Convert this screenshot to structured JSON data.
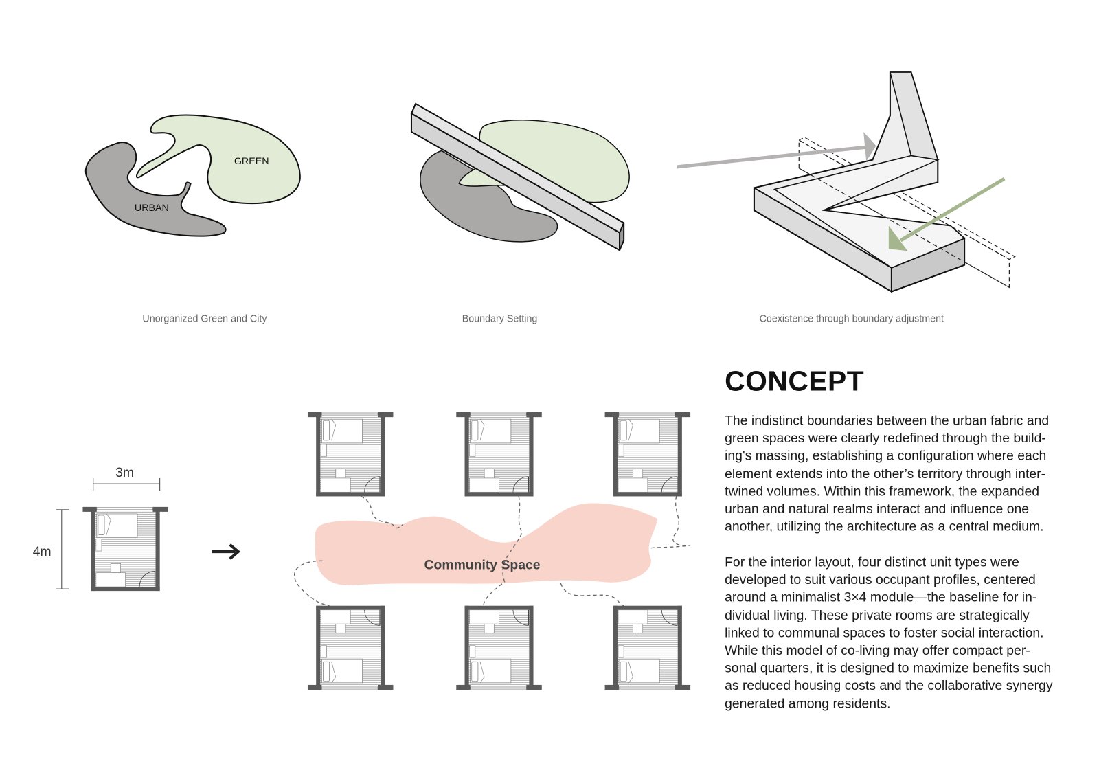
{
  "top_diagrams": {
    "green_label": "GREEN",
    "urban_label": "URBAN",
    "captions": [
      "Unorganized Green and City",
      "Boundary Setting",
      "Coexistence through boundary adjustment"
    ]
  },
  "module": {
    "width_label": "3m",
    "height_label": "4m"
  },
  "community_label": "Community Space",
  "concept": {
    "title": "CONCEPT",
    "paragraph1": [
      "The indistinct boundaries between the urban fabric and",
      "green spaces were clearly redefined through the build-",
      "ing's massing, establishing a configuration where each",
      "element extends into the other’s territory through inter-",
      "twined volumes. Within this framework, the expanded",
      "urban and natural realms interact and influence one",
      "another, utilizing the architecture as a central medium."
    ],
    "paragraph2": [
      "For the interior layout, four distinct unit types were",
      "developed to suit various occupant profiles, centered",
      "around a minimalist 3×4 module—the baseline for in-",
      "dividual living. These private rooms are strategically",
      "linked to communal spaces to foster social interaction.",
      "While this model of co-living may offer compact per-",
      "sonal quarters, it is designed to maximize benefits such",
      "as reduced housing costs and the collaborative synergy",
      "generated among residents."
    ]
  },
  "colors": {
    "urban": "#aba8a8",
    "green": "#e2ebd6",
    "community": "#f8d4ca",
    "gray_arrow": "#b5b2b2",
    "green_arrow": "#a5b58e",
    "wall": "#5a5a5a"
  }
}
